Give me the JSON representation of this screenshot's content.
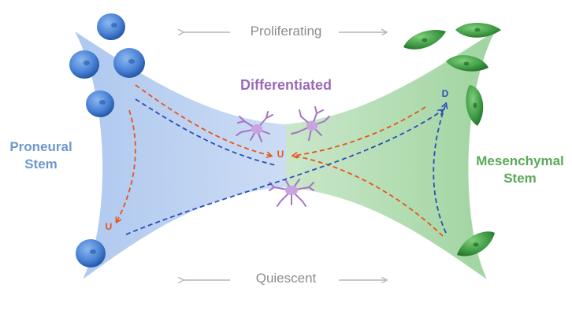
{
  "labels": {
    "proliferating": "Proliferating",
    "quiescent": "Quiescent",
    "differentiated": "Differentiated",
    "proneural_line1": "Proneural",
    "proneural_line2": "Stem",
    "mesenchymal_line1": "Mesenchymal",
    "mesenchymal_line2": "Stem",
    "u_center": "U",
    "u_left": "U",
    "d_right": "D"
  },
  "colors": {
    "proneural": "#6e97cf",
    "mesenchymal": "#5aa85a",
    "differentiated": "#9a6ab8",
    "orange_arrow": "#e8541e",
    "blue_arrow": "#2b4fb8",
    "gray_text": "#8c8c8c"
  },
  "icons": [
    "proneural-cell-icon",
    "mesenchymal-cell-icon",
    "neuron-icon",
    "double-arrow-icon"
  ]
}
